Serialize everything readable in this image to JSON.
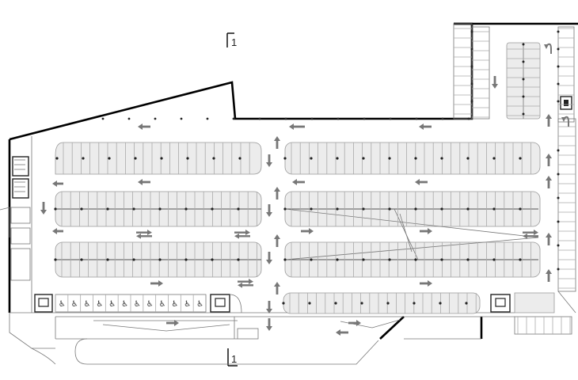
{
  "drawing": {
    "title": "Parking level floor plan",
    "section_markers": [
      "1",
      "1"
    ],
    "accessible_symbol": "♿",
    "accessible_stall_count": 12,
    "icons": {
      "flow_arrow": "arrow-icon",
      "two_way_arrow": "double-arrow-icon",
      "turn_arrow": "u-turn-arrow-icon",
      "accessible": "wheelchair-icon",
      "stair_core": "stair-core-icon"
    },
    "colors": {
      "wall": "#000000",
      "island": "#ececec",
      "stall_line": "#aaaaaa",
      "arrow": "#777777"
    }
  }
}
